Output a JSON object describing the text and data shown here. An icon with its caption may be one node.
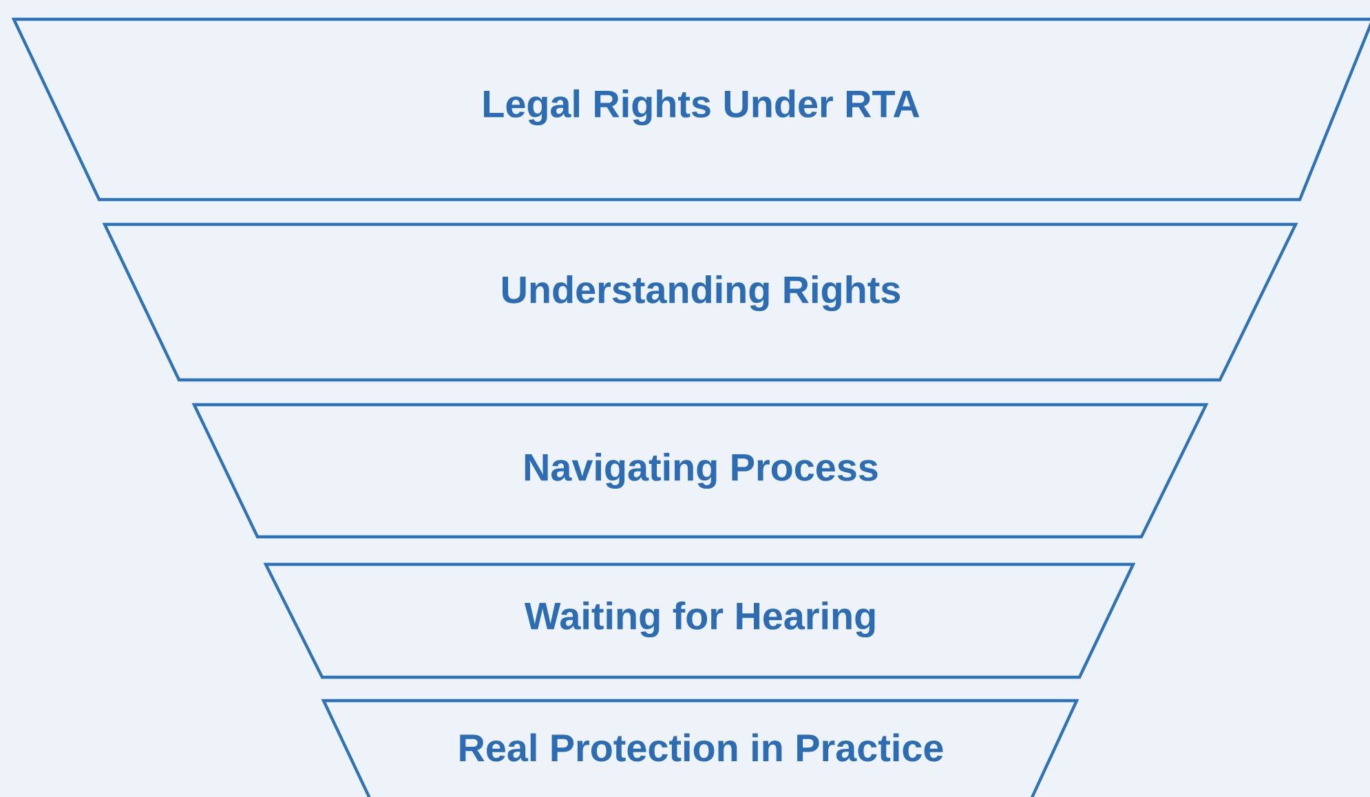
{
  "diagram": {
    "nodes": [
      {
        "text": [
          "Legal Rights Under RTA"
        ]
      },
      {
        "text": [
          "Understanding Rights"
        ]
      },
      {
        "text": [
          "Navigating Process"
        ]
      },
      {
        "text": [
          "Waiting for Hearing"
        ]
      },
      {
        "text": [
          "Real Protection in Practice"
        ]
      }
    ]
  }
}
